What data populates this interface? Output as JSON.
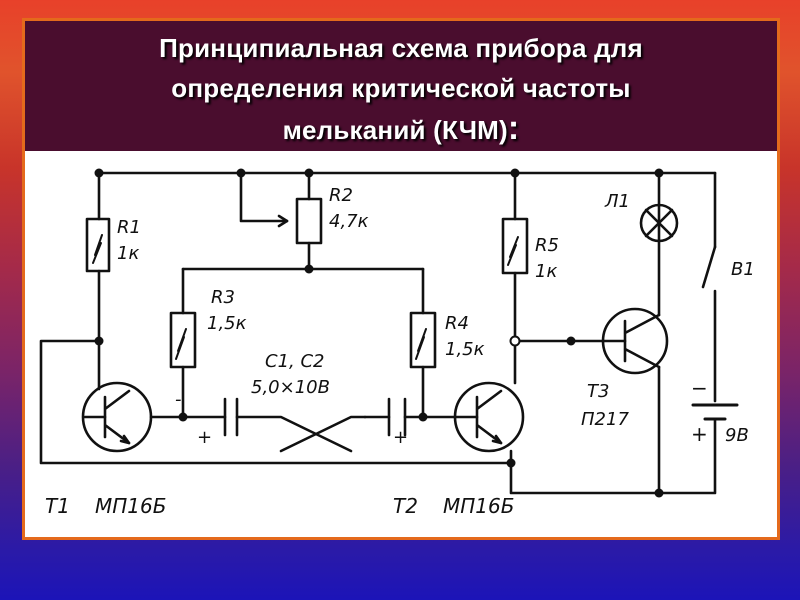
{
  "slide": {
    "title_lines": [
      "Принципиальная схема прибора для",
      "определения  критической частоты",
      "мельканий (КЧМ)"
    ],
    "title_colon": ":"
  },
  "schematic": {
    "labels": {
      "r1": "R1",
      "r1_value": "1к",
      "r2": "R2",
      "r2_value": "4,7к",
      "r3": "R3",
      "r3_value": "1,5к",
      "r4": "R4",
      "r4_value": "1,5к",
      "r5": "R5",
      "r5_value": "1к",
      "c1c2": "C1, C2",
      "c_value": "5,0×10В",
      "lamp": "Л1",
      "switch": "В1",
      "t3": "Т3",
      "t3_type": "П217",
      "t1": "Т1",
      "t1_type": "МП16Б",
      "t2": "Т2",
      "t2_type": "МП16Б",
      "battery": "9В",
      "minus": "−",
      "plus": "+",
      "c1_minus": "-",
      "c1_plus": "+",
      "c2_plus": "+"
    }
  }
}
